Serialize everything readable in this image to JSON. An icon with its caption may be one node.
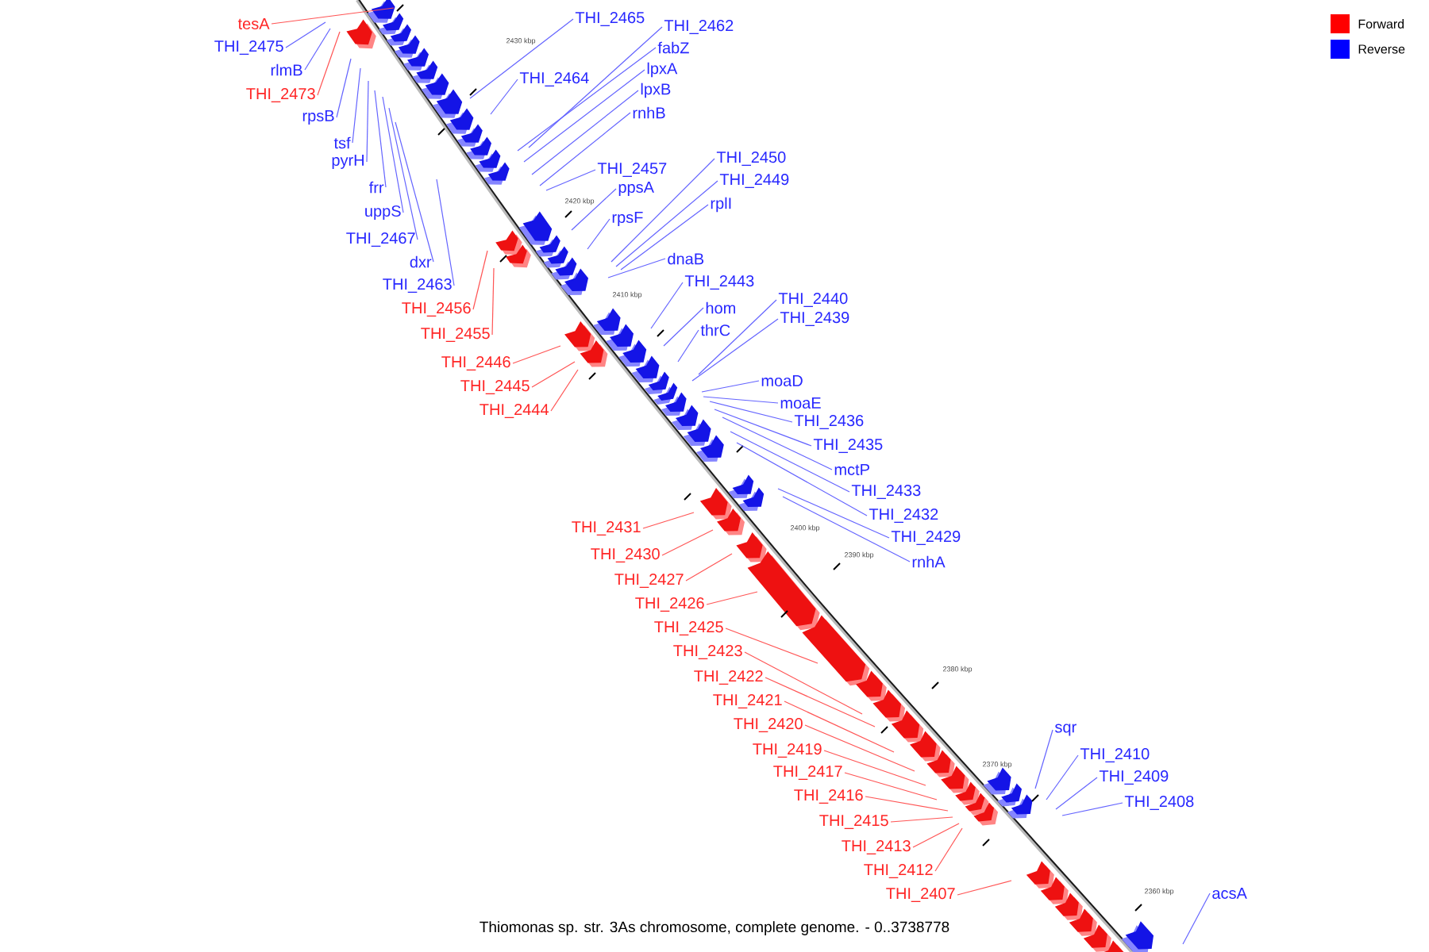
{
  "diagram": {
    "caption": "Thiomonas sp. str. 3As chromosome, complete genome. - 0..3738778",
    "nodes": [
      {
        "text": [
          "tesA"
        ]
      },
      {
        "text": [
          "THI_2475"
        ]
      },
      {
        "text": [
          "rlmB"
        ]
      },
      {
        "text": [
          "THI_2473"
        ]
      },
      {
        "text": [
          "rpsB"
        ]
      },
      {
        "text": [
          "tsf"
        ]
      },
      {
        "text": [
          "pyrH"
        ]
      },
      {
        "text": [
          "frr"
        ]
      },
      {
        "text": [
          "uppS"
        ]
      },
      {
        "text": [
          "THI_2467"
        ]
      },
      {
        "text": [
          "dxr"
        ]
      },
      {
        "text": [
          "THI_2463"
        ]
      },
      {
        "text": [
          "THI_2456"
        ]
      },
      {
        "text": [
          "THI_2455"
        ]
      },
      {
        "text": [
          "THI_2446"
        ]
      },
      {
        "text": [
          "THI_2445"
        ]
      },
      {
        "text": [
          "THI_2444"
        ]
      },
      {
        "text": [
          "THI_2465"
        ]
      },
      {
        "text": [
          "THI_2462"
        ]
      },
      {
        "text": [
          "fabZ"
        ]
      },
      {
        "text": [
          "lpxA"
        ]
      },
      {
        "text": [
          "THI_2464"
        ]
      },
      {
        "text": [
          "lpxB"
        ]
      },
      {
        "text": [
          "rnhB"
        ]
      },
      {
        "text": [
          "THI_2457"
        ]
      },
      {
        "text": [
          "ppsA"
        ]
      },
      {
        "text": [
          "THI_2450"
        ]
      },
      {
        "text": [
          "THI_2449"
        ]
      },
      {
        "text": [
          "rplI"
        ]
      },
      {
        "text": [
          "rpsF"
        ]
      },
      {
        "text": [
          "dnaB"
        ]
      },
      {
        "text": [
          "THI_2443"
        ]
      },
      {
        "text": [
          "hom"
        ]
      },
      {
        "text": [
          "thrC"
        ]
      },
      {
        "text": [
          "THI_2440"
        ]
      },
      {
        "text": [
          "THI_2439"
        ]
      },
      {
        "text": [
          "moaD"
        ]
      },
      {
        "text": [
          "moaE"
        ]
      },
      {
        "text": [
          "THI_2436"
        ]
      },
      {
        "text": [
          "THI_2435"
        ]
      },
      {
        "text": [
          "mctP"
        ]
      },
      {
        "text": [
          "THI_2433"
        ]
      },
      {
        "text": [
          "THI_2432"
        ]
      },
      {
        "text": [
          "THI_2429"
        ]
      },
      {
        "text": [
          "rnhA"
        ]
      },
      {
        "text": [
          "THI_2431"
        ]
      },
      {
        "text": [
          "THI_2430"
        ]
      },
      {
        "text": [
          "THI_2427"
        ]
      },
      {
        "text": [
          "THI_2426"
        ]
      },
      {
        "text": [
          "THI_2425"
        ]
      },
      {
        "text": [
          "THI_2423"
        ]
      },
      {
        "text": [
          "THI_2422"
        ]
      },
      {
        "text": [
          "THI_2421"
        ]
      },
      {
        "text": [
          "THI_2420"
        ]
      },
      {
        "text": [
          "THI_2419"
        ]
      },
      {
        "text": [
          "THI_2417"
        ]
      },
      {
        "text": [
          "THI_2416"
        ]
      },
      {
        "text": [
          "THI_2415"
        ]
      },
      {
        "text": [
          "THI_2413"
        ]
      },
      {
        "text": [
          "THI_2412"
        ]
      },
      {
        "text": [
          "THI_2407"
        ]
      },
      {
        "text": [
          "sqr"
        ]
      },
      {
        "text": [
          "THI_2410"
        ]
      },
      {
        "text": [
          "THI_2409"
        ]
      },
      {
        "text": [
          "THI_2408"
        ]
      },
      {
        "text": [
          "acsA"
        ]
      }
    ],
    "edges": [
      {
        "from": 0,
        "to": null,
        "arrow": "none",
        "color": "#ff5555"
      },
      {
        "from": 1,
        "to": null,
        "arrow": "none"
      },
      {
        "from": 2,
        "to": null,
        "arrow": "none"
      },
      {
        "from": 3,
        "to": null,
        "arrow": "none",
        "color": "#ff5555"
      },
      {
        "from": 4,
        "to": null,
        "arrow": "none"
      },
      {
        "from": 5,
        "to": null,
        "arrow": "none"
      },
      {
        "from": 6,
        "to": null,
        "arrow": "none"
      },
      {
        "from": 7,
        "to": null,
        "arrow": "none"
      },
      {
        "from": 8,
        "to": null,
        "arrow": "none"
      },
      {
        "from": 9,
        "to": null,
        "arrow": "none"
      },
      {
        "from": 10,
        "to": null,
        "arrow": "none"
      },
      {
        "from": 11,
        "to": null,
        "arrow": "none"
      },
      {
        "from": 12,
        "to": null,
        "arrow": "none",
        "color": "#ff5555"
      },
      {
        "from": 13,
        "to": null,
        "arrow": "none",
        "color": "#ff5555"
      },
      {
        "from": 14,
        "to": null,
        "arrow": "none",
        "color": "#ff5555"
      },
      {
        "from": 15,
        "to": null,
        "arrow": "none",
        "color": "#ff5555"
      },
      {
        "from": 16,
        "to": null,
        "arrow": "none",
        "color": "#ff5555"
      },
      {
        "from": 17,
        "to": null,
        "arrow": "none"
      },
      {
        "from": 18,
        "to": null,
        "arrow": "none"
      },
      {
        "from": 19,
        "to": null,
        "arrow": "none"
      },
      {
        "from": 20,
        "to": null,
        "arrow": "none"
      },
      {
        "from": 21,
        "to": null,
        "arrow": "none"
      },
      {
        "from": 22,
        "to": null,
        "arrow": "none"
      },
      {
        "from": 23,
        "to": null,
        "arrow": "none"
      },
      {
        "from": 24,
        "to": null,
        "arrow": "none"
      },
      {
        "from": 25,
        "to": null,
        "arrow": "none"
      },
      {
        "from": 26,
        "to": null,
        "arrow": "none"
      },
      {
        "from": 27,
        "to": null,
        "arrow": "none"
      },
      {
        "from": 28,
        "to": null,
        "arrow": "none"
      },
      {
        "from": 29,
        "to": null,
        "arrow": "none"
      },
      {
        "from": 30,
        "to": null,
        "arrow": "none"
      },
      {
        "from": 31,
        "to": null,
        "arrow": "none"
      },
      {
        "from": 32,
        "to": null,
        "arrow": "none"
      },
      {
        "from": 33,
        "to": null,
        "arrow": "none"
      },
      {
        "from": 34,
        "to": null,
        "arrow": "none"
      },
      {
        "from": 35,
        "to": null,
        "arrow": "none"
      },
      {
        "from": 36,
        "to": null,
        "arrow": "none"
      },
      {
        "from": 37,
        "to": null,
        "arrow": "none"
      },
      {
        "from": 38,
        "to": null,
        "arrow": "none"
      },
      {
        "from": 39,
        "to": null,
        "arrow": "none"
      },
      {
        "from": 40,
        "to": null,
        "arrow": "none"
      },
      {
        "from": 41,
        "to": null,
        "arrow": "none"
      },
      {
        "from": 42,
        "to": null,
        "arrow": "none"
      },
      {
        "from": 43,
        "to": null,
        "arrow": "none"
      },
      {
        "from": 44,
        "to": null,
        "arrow": "none"
      },
      {
        "from": 45,
        "to": null,
        "arrow": "none",
        "color": "#ff5555"
      },
      {
        "from": 46,
        "to": null,
        "arrow": "none",
        "color": "#ff5555"
      },
      {
        "from": 47,
        "to": null,
        "arrow": "none",
        "color": "#ff5555"
      },
      {
        "from": 48,
        "to": null,
        "arrow": "none",
        "color": "#ff5555"
      },
      {
        "from": 49,
        "to": null,
        "arrow": "none",
        "color": "#ff5555"
      },
      {
        "from": 50,
        "to": null,
        "arrow": "none",
        "color": "#ff5555"
      },
      {
        "from": 51,
        "to": null,
        "arrow": "none",
        "color": "#ff5555"
      },
      {
        "from": 52,
        "to": null,
        "arrow": "none",
        "color": "#ff5555"
      },
      {
        "from": 53,
        "to": null,
        "arrow": "none",
        "color": "#ff5555"
      },
      {
        "from": 54,
        "to": null,
        "arrow": "none",
        "color": "#ff5555"
      },
      {
        "from": 55,
        "to": null,
        "arrow": "none",
        "color": "#ff5555"
      },
      {
        "from": 56,
        "to": null,
        "arrow": "none",
        "color": "#ff5555"
      },
      {
        "from": 57,
        "to": null,
        "arrow": "none",
        "color": "#ff5555"
      },
      {
        "from": 58,
        "to": null,
        "arrow": "none",
        "color": "#ff5555"
      },
      {
        "from": 59,
        "to": null,
        "arrow": "none",
        "color": "#ff5555"
      },
      {
        "from": 60,
        "to": null,
        "arrow": "none",
        "color": "#ff5555"
      },
      {
        "from": 61,
        "to": null,
        "arrow": "none"
      },
      {
        "from": 62,
        "to": null,
        "arrow": "none"
      },
      {
        "from": 63,
        "to": null,
        "arrow": "none"
      },
      {
        "from": 64,
        "to": null,
        "arrow": "none"
      },
      {
        "from": 65,
        "to": null,
        "arrow": "none"
      }
    ],
    "labels": [
      "2430 kbp",
      "2420 kbp",
      "2410 kbp",
      "2400 kbp",
      "2390 kbp",
      "2380 kbp",
      "2370 kbp",
      "2360 kbp"
    ],
    "legend": [
      {
        "text": "Forward",
        "color": "#ff0000"
      },
      {
        "text": "Reverse",
        "color": "#0000ff"
      }
    ]
  }
}
